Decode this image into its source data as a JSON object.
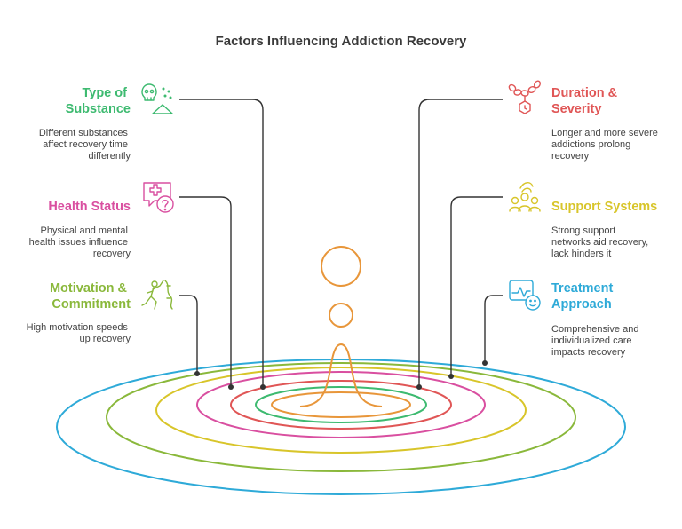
{
  "title": "Factors Influencing Addiction Recovery",
  "colors": {
    "green": "#3dba70",
    "pink": "#d94fa0",
    "olive": "#8ab83b",
    "red": "#e05656",
    "yellow": "#d8c52a",
    "blue": "#2eaad8",
    "orange": "#e8963a"
  },
  "factors": {
    "type_of_substance": {
      "title_lines": [
        "Type of",
        "Substance"
      ],
      "desc_lines": [
        "Different substances",
        "affect recovery time",
        "differently"
      ],
      "icon": "skull-powder-icon"
    },
    "health_status": {
      "title_lines": [
        "Health Status"
      ],
      "desc_lines": [
        "Physical and mental",
        "health issues influence",
        "recovery"
      ],
      "icon": "medical-question-icon"
    },
    "motivation": {
      "title_lines": [
        "Motivation &",
        "Commitment"
      ],
      "desc_lines": [
        "High motivation speeds",
        "up recovery"
      ],
      "icon": "climber-icon"
    },
    "duration": {
      "title_lines": [
        "Duration &",
        "Severity"
      ],
      "desc_lines": [
        "Longer and more severe",
        "addictions prolong",
        "recovery"
      ],
      "icon": "chain-icon"
    },
    "support": {
      "title_lines": [
        "Support Systems"
      ],
      "desc_lines": [
        "Strong support",
        "networks aid recovery,",
        "lack hinders it"
      ],
      "icon": "group-support-icon"
    },
    "treatment": {
      "title_lines": [
        "Treatment",
        "Approach"
      ],
      "desc_lines": [
        "Comprehensive and",
        "individualized care",
        "impacts recovery"
      ],
      "icon": "treatment-monitor-icon"
    }
  }
}
